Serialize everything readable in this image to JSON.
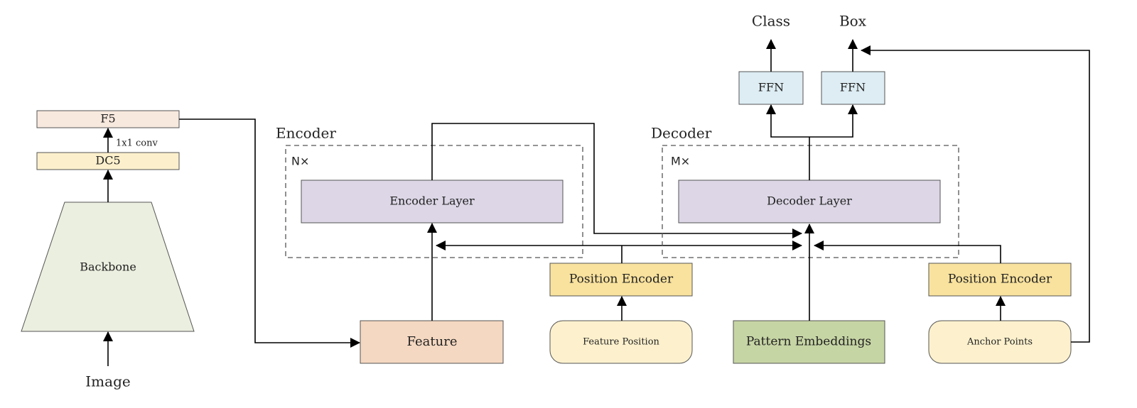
{
  "backbone": {
    "image": "Image",
    "backbone": "Backbone",
    "dc5": "DC5",
    "conv": "1x1 conv",
    "f5": "F5"
  },
  "encoder": {
    "title": "Encoder",
    "repeat": "N×",
    "layer": "Encoder Layer"
  },
  "decoder": {
    "title": "Decoder",
    "repeat": "M×",
    "layer": "Decoder Layer"
  },
  "inputs": {
    "feature": "Feature",
    "feature_position": "Feature Position",
    "position_encoder_1": "Position Encoder",
    "pattern_embeddings": "Pattern Embeddings",
    "position_encoder_2": "Position Encoder",
    "anchor_points": "Anchor Points"
  },
  "heads": {
    "ffn_class": "FFN",
    "ffn_box": "FFN",
    "class": "Class",
    "box": "Box"
  },
  "colors": {
    "f5": "#f8e9de",
    "dc5": "#fcf0cc",
    "backbone": "#ebefdf",
    "layer": "#dcd6e6",
    "feature": "#f5d8c1",
    "position_encoder": "#f9e29d",
    "soft_input": "#fdf1cd",
    "pattern": "#c6d5a4",
    "ffn": "#ddedf3"
  }
}
